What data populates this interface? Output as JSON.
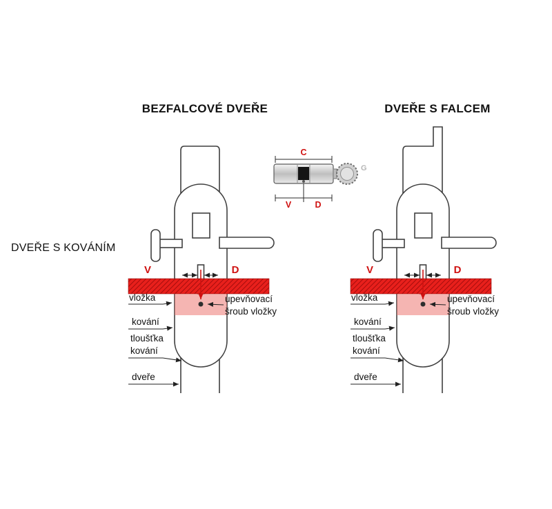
{
  "colors": {
    "accent_red": "#cf1110",
    "pink_fill": "rgba(236,121,115,0.55)",
    "bar_red": "#e8201c",
    "line_dark": "#3f3f3f"
  },
  "titles": {
    "left": "BEZFALCOVÉ DVEŘE",
    "right": "DVEŘE S FALCEM",
    "side": "DVEŘE S KOVÁNÍM"
  },
  "cylinder_inset": {
    "c": "C",
    "v": "V",
    "d": "D",
    "g": "G"
  },
  "labels": {
    "v": "V",
    "d": "D",
    "vlozka": "vložka",
    "kovani": "kování",
    "tloustka_l1": "tloušťka",
    "tloustka_l2": "kování",
    "dvere": "dveře",
    "screw_l1": "upevňovací",
    "screw_l2": "šroub vložky"
  }
}
